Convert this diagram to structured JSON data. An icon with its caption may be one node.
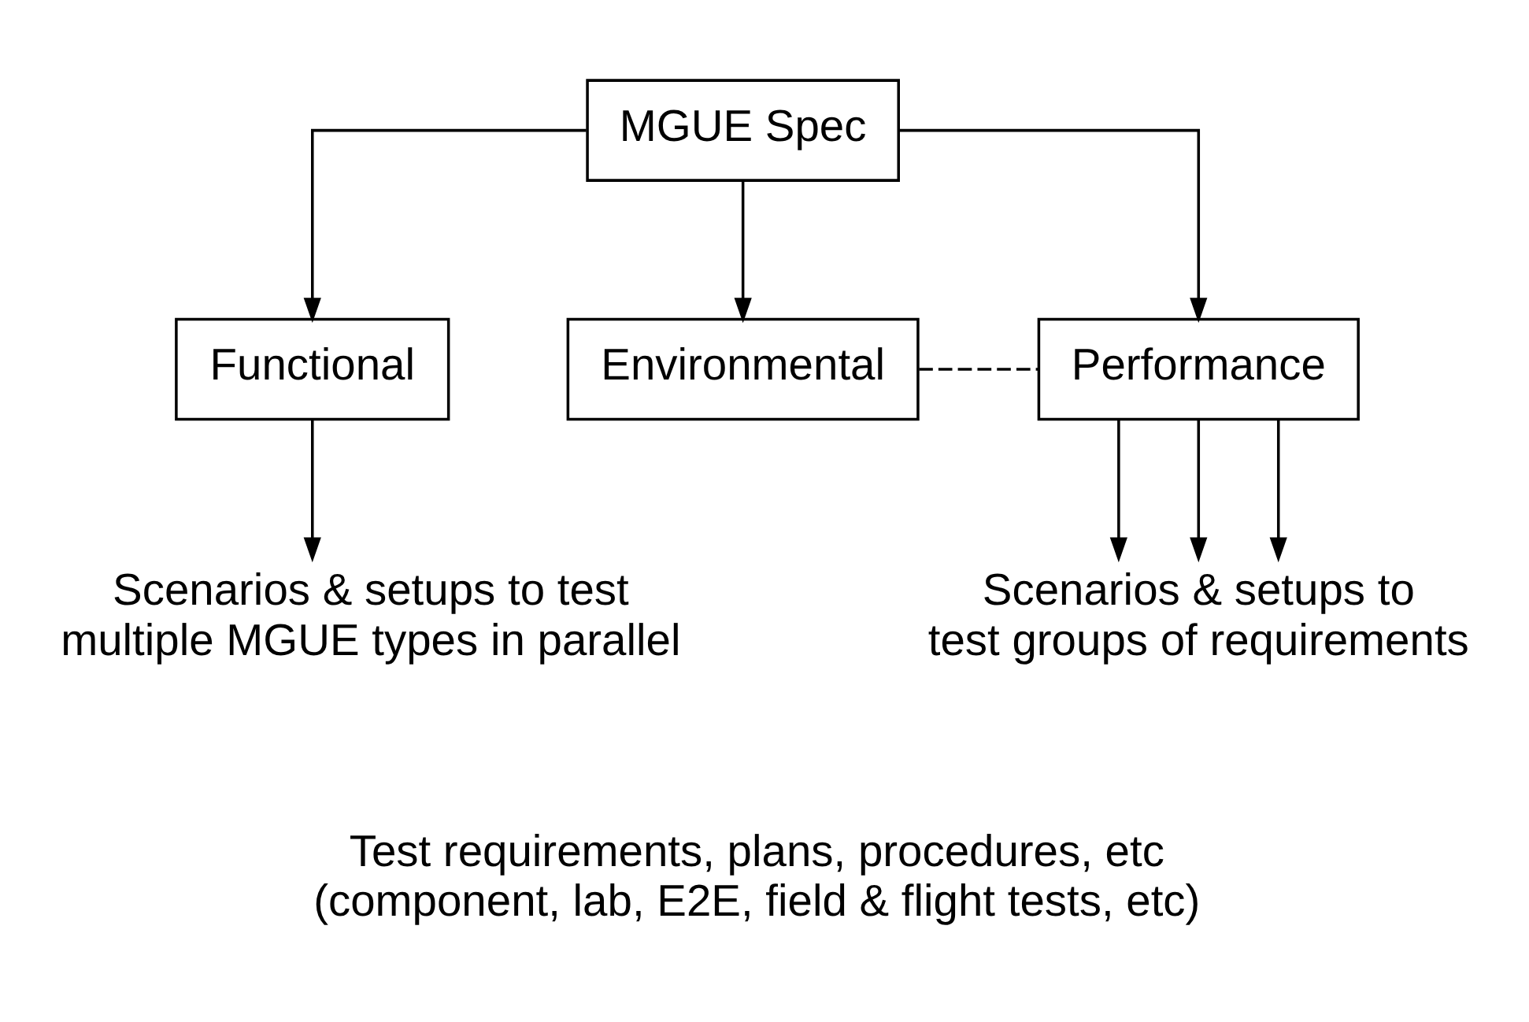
{
  "diagram": {
    "nodes": [
      {
        "text": [
          "MGUE Spec"
        ]
      },
      {
        "text": [
          "Functional"
        ]
      },
      {
        "text": [
          "Environmental"
        ]
      },
      {
        "text": [
          "Performance"
        ]
      },
      {
        "text": [
          "Scenarios & setups to test multiple MGUE types in parallel"
        ]
      },
      {
        "text": [
          "Scenarios & setups to test groups of requirements"
        ]
      },
      {
        "text": [
          "Test requirements, plans, procedures, etc",
          "(component, lab, E2E, field & flight tests, etc)"
        ]
      }
    ],
    "edges": [
      {
        "from": 0,
        "to": 1,
        "arrow": "to"
      },
      {
        "from": 0,
        "to": 2,
        "arrow": "to"
      },
      {
        "from": 0,
        "to": 3,
        "arrow": "to"
      },
      {
        "from": 2,
        "to": 3,
        "arrow": "none",
        "style": "dashed"
      },
      {
        "from": 1,
        "to": 4,
        "arrow": "to"
      },
      {
        "from": 3,
        "to": 5,
        "arrow": "to"
      },
      {
        "from": 3,
        "to": 5,
        "arrow": "to"
      },
      {
        "from": 3,
        "to": 5,
        "arrow": "to"
      }
    ]
  }
}
